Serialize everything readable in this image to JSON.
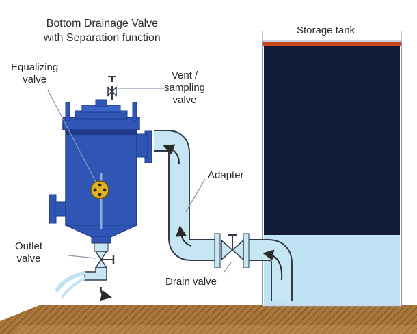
{
  "title": {
    "line1": "Bottom Drainage Valve",
    "line2": "with Separation function"
  },
  "labels": {
    "equalizing_1": "Equalizing",
    "equalizing_2": "valve",
    "vent_1": "Vent /",
    "vent_2": "sampling",
    "vent_3": "valve",
    "storage_tank": "Storage tank",
    "adapter": "Adapter",
    "outlet_1": "Outlet",
    "outlet_2": "valve",
    "drain_valve": "Drain valve"
  },
  "colors": {
    "separator_body": "#2f55b5",
    "separator_dark": "#1e3a88",
    "tank_fill": "#121c38",
    "tank_lid": "#c8481c",
    "water": "#bfe3f4",
    "pipe": "#c6e6f4",
    "pipe_edge": "#33384a",
    "ground": "#a9773b",
    "equalizing_valve": "#e0b420",
    "leader_line": "#8a9ab0"
  },
  "icons": {
    "flow_arrows": "curved-arrow-icon",
    "vent_valve": "valve-icon",
    "drain_valve": "valve-icon",
    "outlet_valve": "valve-icon"
  }
}
